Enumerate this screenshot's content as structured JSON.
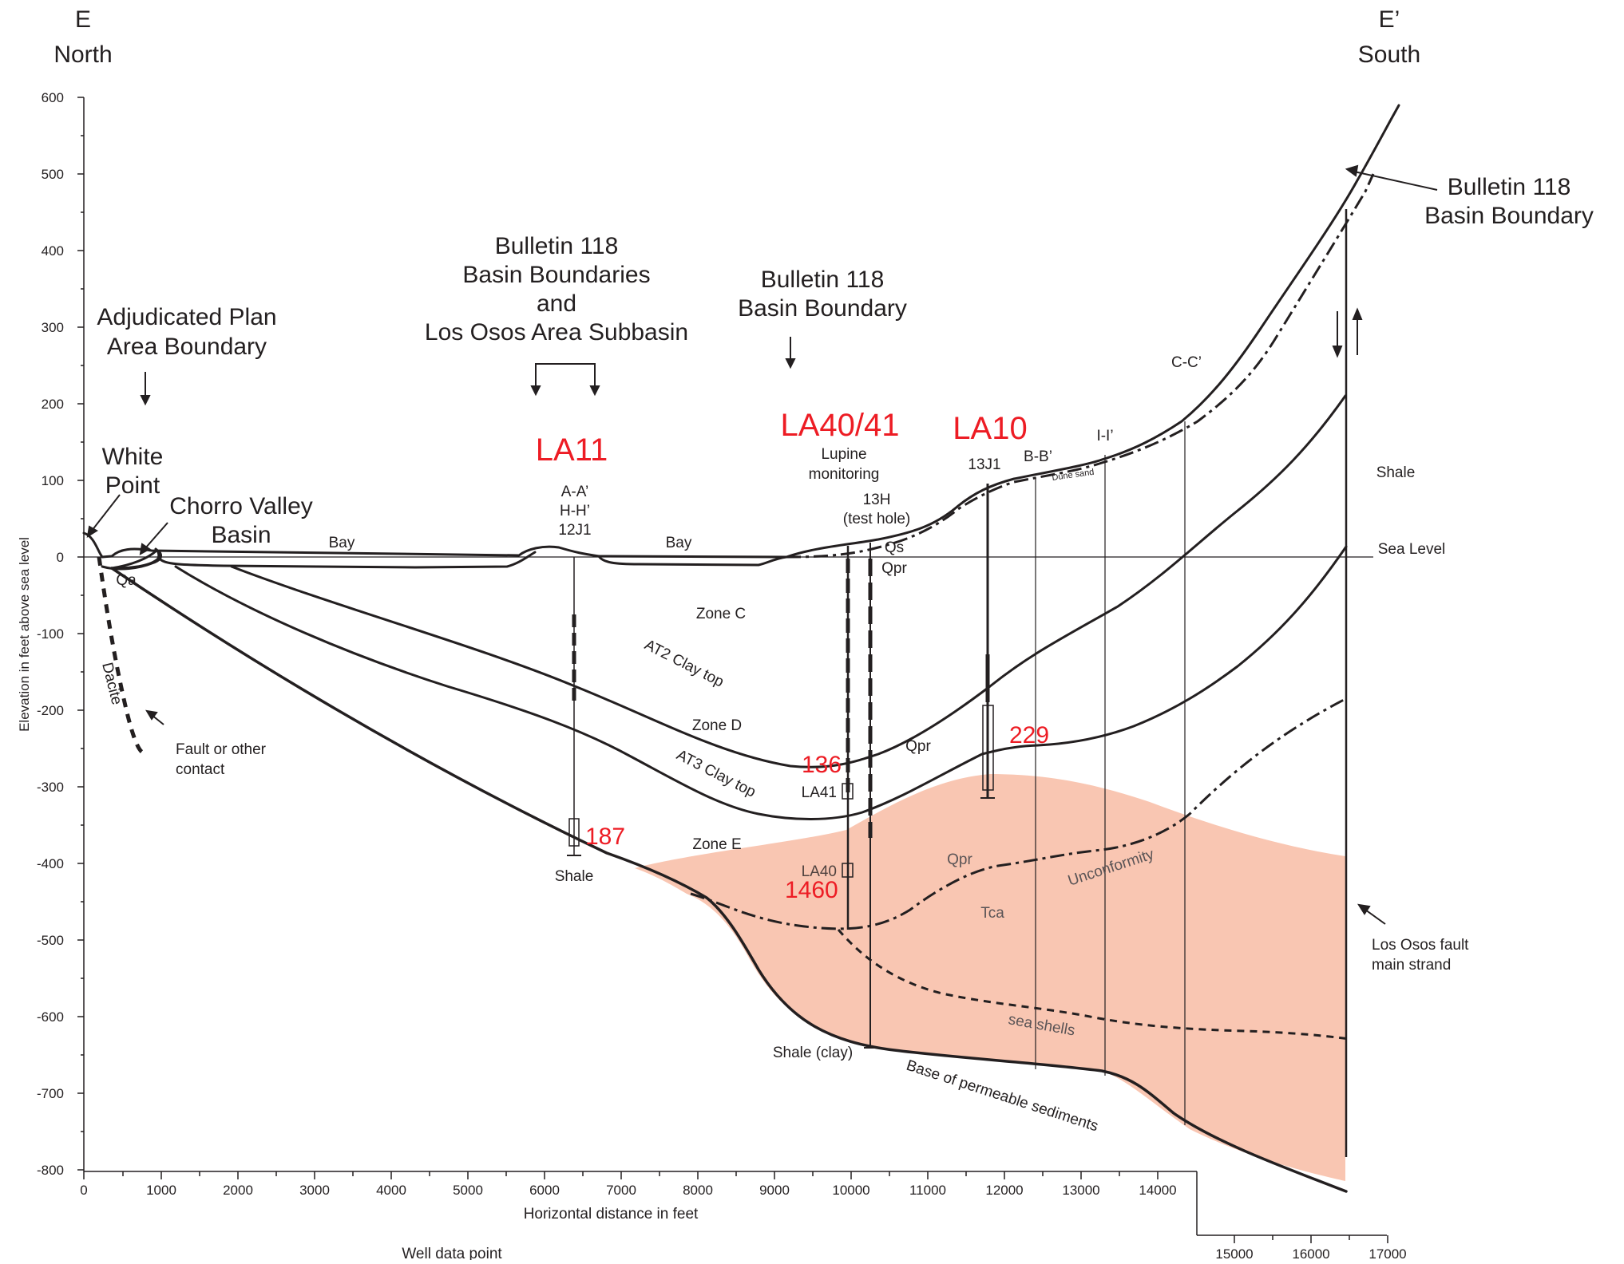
{
  "header": {
    "left_letter": "E",
    "left_dir": "North",
    "right_letter": "E’",
    "right_dir": "South"
  },
  "axes": {
    "y_label": "Elevation in feet above sea level",
    "x_label": "Horizontal distance in feet",
    "well_data_label": "Well data point",
    "y_ticks": [
      "600",
      "500",
      "400",
      "300",
      "200",
      "100",
      "0",
      "-100",
      "-200",
      "-300",
      "-400",
      "-500",
      "-600",
      "-700",
      "-800"
    ],
    "x_ticks": [
      "0",
      "1000",
      "2000",
      "3000",
      "4000",
      "5000",
      "6000",
      "7000",
      "8000",
      "9000",
      "10000",
      "11000",
      "12000",
      "13000",
      "14000"
    ],
    "x_ticks_extra": [
      "15000",
      "16000",
      "17000"
    ]
  },
  "boundaries": {
    "adjudicated": [
      "Adjudicated Plan",
      "Area Boundary"
    ],
    "b118_subbasin": [
      "Bulletin 118",
      "Basin Boundaries",
      "and",
      "Los Osos Area Subbasin"
    ],
    "b118_mid": [
      "Bulletin 118",
      "Basin Boundary"
    ],
    "b118_right": [
      "Bulletin 118",
      "Basin Boundary"
    ]
  },
  "places": {
    "white_point": [
      "White",
      "Point"
    ],
    "chorro": [
      "Chorro Valley",
      "Basin"
    ]
  },
  "wells": {
    "la11": "LA11",
    "la11_ids": [
      "A-A’",
      "H-H’",
      "12J1"
    ],
    "la11_depth": "187",
    "la4041": "LA40/41",
    "lupine": [
      "Lupine",
      "monitoring"
    ],
    "test_hole": [
      "13H",
      "(test hole)"
    ],
    "la41": "LA41",
    "la41_depth": "136",
    "la40": "LA40",
    "la40_depth": "1460",
    "la10": "LA10",
    "la10_id": "13J1",
    "la10_depth": "229"
  },
  "section_labels": {
    "bb": "B-B’",
    "ii": "I-I’",
    "cc": "C-C’"
  },
  "units": {
    "bay1": "Bay",
    "bay2": "Bay",
    "qa": "Qa",
    "dacite": "Dacite",
    "qs": "Qs",
    "qpr1": "Qpr",
    "qpr2": "Qpr",
    "qpr3": "Qpr",
    "zone_c": "Zone C",
    "zone_d": "Zone D",
    "zone_e": "Zone E",
    "at2": "AT2 Clay top",
    "at3": "AT3 Clay top",
    "tca": "Tca",
    "unconformity": "Unconformity",
    "sea_shells": "sea shells",
    "dune_sand": "Dune sand",
    "shale1": "Shale",
    "shale2": "Shale (clay)",
    "shale3": "Shale",
    "sea_level": "Sea Level",
    "base": "Base of permeable sediments"
  },
  "notes": {
    "fault_contact": [
      "Fault or other",
      "contact"
    ],
    "los_osos_fault": [
      "Los Osos fault",
      "main strand"
    ]
  },
  "colors": {
    "fill_tca": "#f9c6b2",
    "line": "#231f20",
    "red": "#ed1c24"
  }
}
